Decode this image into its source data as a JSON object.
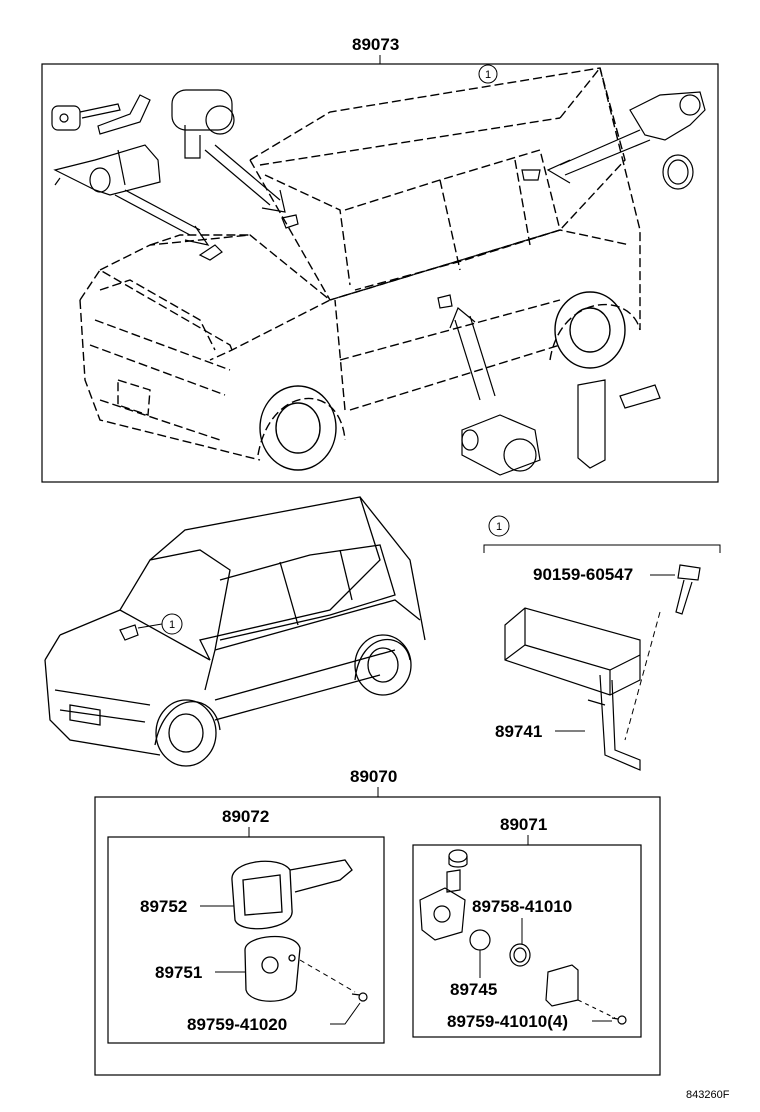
{
  "diagram": {
    "labels": {
      "kit_89073": "89073",
      "kit_89070": "89070",
      "kit_89072": "89072",
      "kit_89071": "89071",
      "bolt": "90159-60547",
      "ecu": "89741",
      "key_plate": "89752",
      "key_cover": "89751",
      "key_screw": "89759-41020",
      "transponder_housing": "89758-41010",
      "transponder_chip": "89745",
      "housing_screw": "89759-41010(4)",
      "ref_number": "843260F"
    },
    "callouts": {
      "top_marker": "1",
      "car_marker": "1",
      "detail_marker": "1"
    }
  }
}
